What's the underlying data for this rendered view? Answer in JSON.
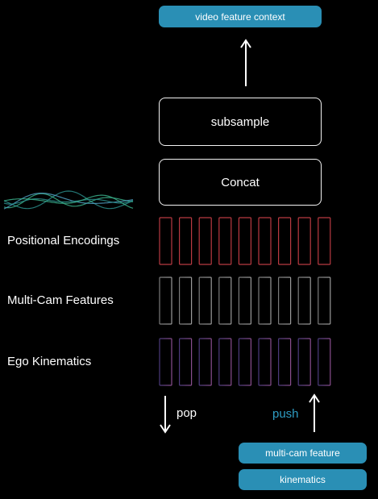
{
  "output": {
    "label": "video feature context"
  },
  "blocks": {
    "subsample": "subsample",
    "concat": "Concat"
  },
  "rows": [
    {
      "id": "positional",
      "label": "Positional Encodings",
      "color": "#b83a42"
    },
    {
      "id": "multicam",
      "label": "Multi-Cam Features",
      "color": "#8c8c8c"
    },
    {
      "id": "ego",
      "label": "Ego Kinematics",
      "color": "#8a5a9c"
    }
  ],
  "queue": {
    "pop_label": "pop",
    "push_label": "push"
  },
  "inputs": [
    {
      "label": "multi-cam feature"
    },
    {
      "label": "kinematics"
    }
  ],
  "colors": {
    "accent": "#2a8fb5",
    "push_text": "#2e9dc4",
    "wave": [
      "#2a8c8a",
      "#3aaf8a",
      "#4f9ec0"
    ]
  }
}
